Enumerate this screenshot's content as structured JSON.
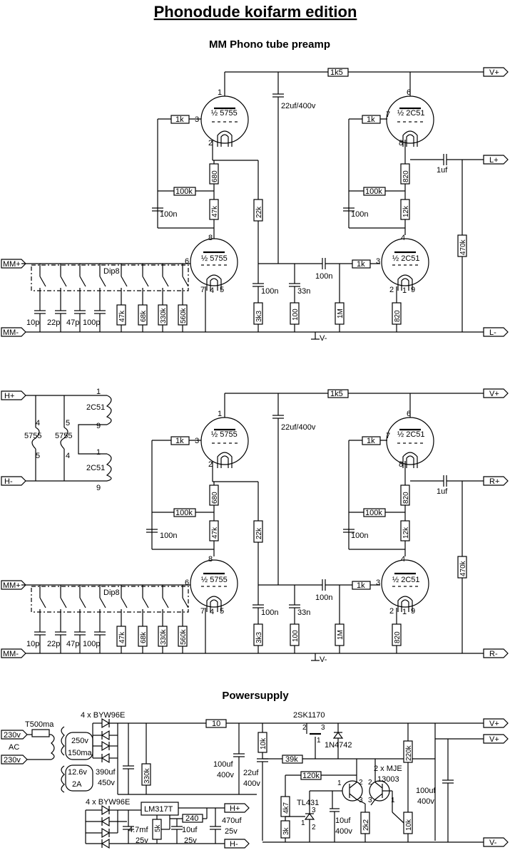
{
  "title": "Phonodude koifarm edition",
  "section_preamp": "MM Phono tube preamp",
  "section_power": "Powersupply",
  "channel": {
    "tube_in": "½ 5755",
    "tube_out": "½ 2C51",
    "r_anode_supply": "1k5",
    "c_bulk": "22uf/400v",
    "r_grid1": "1k",
    "r_grid2": "1k",
    "r_grid3": "1k",
    "r_680": "680",
    "r_100k": "100k",
    "r_47k": "47k",
    "c_100n": "100n",
    "r_22k": "22k",
    "r_3k3": "3k3",
    "c_33n": "33n",
    "r_100": "100",
    "r_1m": "1M",
    "c_coupling": "100n",
    "r_820": "820",
    "r_12k": "12k",
    "c_1uf": "1uf",
    "r_470k": "470k",
    "dip": "Dip8",
    "caps": [
      "10p",
      "22p",
      "47p",
      "100p"
    ],
    "loads": [
      "47k",
      "68k",
      "330k",
      "560k"
    ],
    "pins": {
      "p1": "1",
      "p2": "2",
      "p3": "3",
      "p4": "4",
      "p5": "5",
      "p6": "6",
      "p7": "7",
      "p8": "8",
      "p9": "9"
    }
  },
  "ports": {
    "vplus": "V+",
    "vminus": "V-",
    "mm_plus": "MM+",
    "mm_minus": "MM-",
    "l_plus": "L+",
    "l_minus": "L-",
    "r_plus": "R+",
    "r_minus": "R-",
    "h_plus": "H+",
    "h_minus": "H-"
  },
  "heater": {
    "t1": "5755",
    "t2": "5755",
    "t3": "2C51",
    "t4": "2C51",
    "p4": "4",
    "p5": "5",
    "p9": "9",
    "p1": "1"
  },
  "psu": {
    "ac_in1": "230v",
    "ac_in2": "230v",
    "ac": "AC",
    "fuse": "T500ma",
    "sec_hv1": "250v",
    "sec_hv2": "150ma",
    "sec_lv1": "12.6v",
    "sec_lv2": "2A",
    "diodes_hv": "4 x BYW96E",
    "diodes_lv": "4 x BYW96E",
    "c_390": "390uf",
    "c_390v": "450v",
    "r_330k": "330k",
    "r_10": "10",
    "mosfet": "2SK1170",
    "zener": "1N4742",
    "r_10k": "10k",
    "c_100uf_a": "100uf",
    "c_100uf_a_v": "400v",
    "c_22uf": "22uf",
    "c_22uf_v": "400v",
    "r_39k": "39k",
    "r_120k": "120k",
    "transistors": "2 x MJE",
    "transistors2": "13003",
    "r_220k": "220k",
    "c_100uf_b": "100uf",
    "c_100uf_b_v": "400v",
    "r_4k7": "4k7",
    "tl431": "TL431",
    "c_10uf": "10uf",
    "c_10uf_v": "400v",
    "r_2k2": "2k2",
    "r_10k_pot": "10k",
    "r_3k": "3k",
    "lm317": "LM317T",
    "r_240": "240",
    "c_4700": "4.7mf",
    "c_4700_v": "25v",
    "pot_5k": "5k",
    "c_10uf_lv": "10uf",
    "c_10uf_lv_v": "25v",
    "c_470uf": "470uf",
    "c_470uf_v": "25v",
    "tl_pin1": "1",
    "tl_pin2": "2",
    "tl_pin3": "3",
    "q_pins": [
      "1",
      "2",
      "3",
      "2",
      "3",
      "1"
    ]
  }
}
